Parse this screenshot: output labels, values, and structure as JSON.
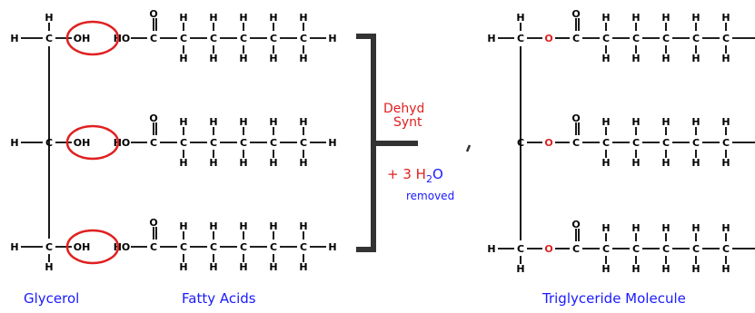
{
  "atoms": {
    "hydrogen": "H",
    "carbon": "C",
    "oxygen": "O",
    "hydroxyl_left": "OH",
    "hydroxyl_right": "HO"
  },
  "labels": {
    "glycerol": "Glycerol",
    "fatty_acids": "Fatty Acids",
    "triglyceride": "Triglyceride Molecule",
    "reaction_line1": "Dehyd",
    "reaction_line2": "Synt",
    "water_prefix": "+ 3 H",
    "water_subscript": "2",
    "water_suffix": "O",
    "removed": "removed"
  },
  "colors": {
    "bond": "#000000",
    "atom_text": "#000000",
    "highlight_circle": "#e02020",
    "ester_oxygen": "#e02020",
    "reaction_text": "#e02020",
    "caption_text": "#1a1aff"
  }
}
